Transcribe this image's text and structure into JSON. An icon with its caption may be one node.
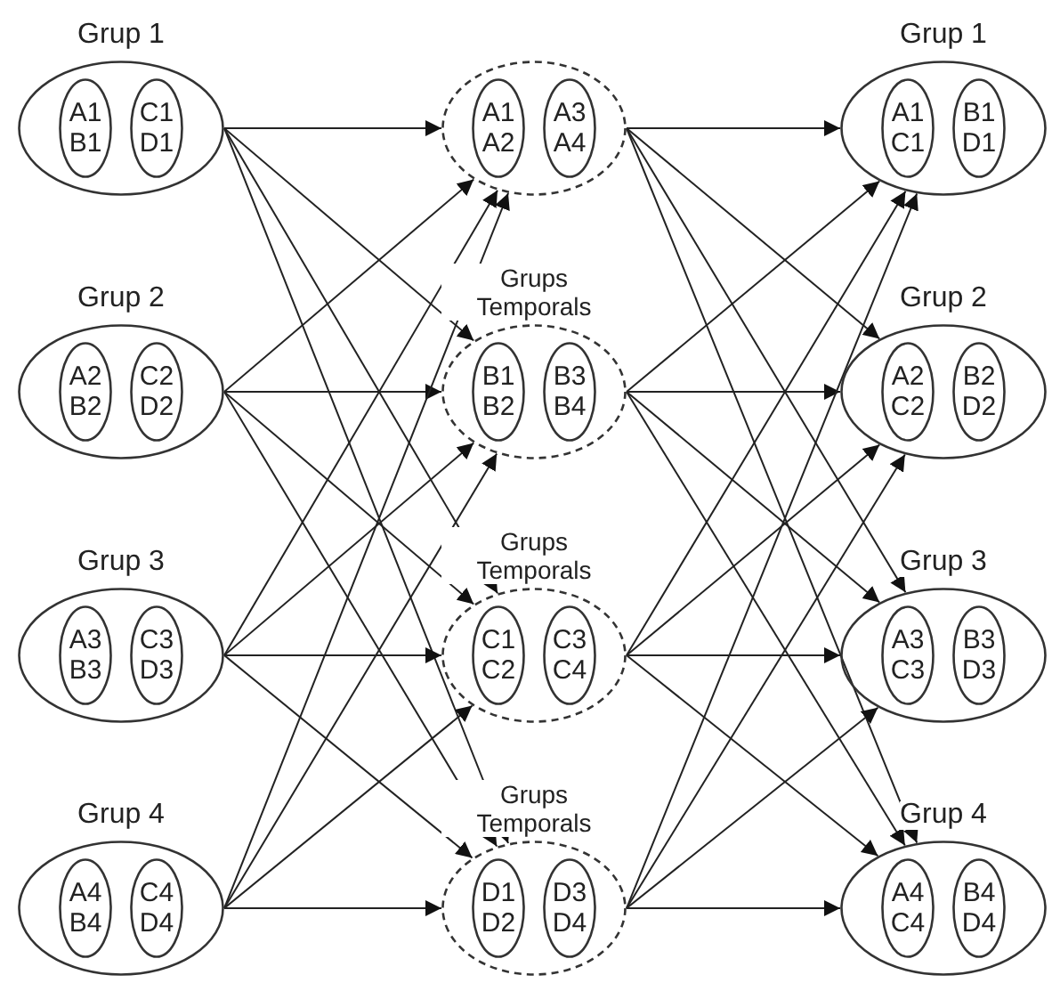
{
  "diagram": {
    "nodes": [
      {
        "text": [
          "Grup 1"
        ]
      },
      {
        "text": [
          "A1 B1"
        ],
        "in": 0
      },
      {
        "text": [
          "C1 D1"
        ],
        "in": 0
      },
      {
        "text": [
          "Grup 2"
        ]
      },
      {
        "text": [
          "A2 B2"
        ],
        "in": 3
      },
      {
        "text": [
          "C2 D2"
        ],
        "in": 3
      },
      {
        "text": [
          "Grup 3"
        ]
      },
      {
        "text": [
          "A3 B3"
        ],
        "in": 6
      },
      {
        "text": [
          "C3 D3"
        ],
        "in": 6
      },
      {
        "text": [
          "Grup 4"
        ]
      },
      {
        "text": [
          "A4 B4"
        ],
        "in": 9
      },
      {
        "text": [
          "C4 D4"
        ],
        "in": 9
      },
      {
        "text": [],
        "shape": "ellipse"
      },
      {
        "text": [
          "A1 A2"
        ],
        "in": 12
      },
      {
        "text": [
          "A3 A4"
        ],
        "in": 12
      },
      {
        "text": [
          "Grups Temporals"
        ]
      },
      {
        "text": [
          "B1 B2"
        ],
        "in": 15
      },
      {
        "text": [
          "B3 B4"
        ],
        "in": 15
      },
      {
        "text": [
          "Grups Temporals"
        ]
      },
      {
        "text": [
          "C1 C2"
        ],
        "in": 18
      },
      {
        "text": [
          "C3 C4"
        ],
        "in": 18
      },
      {
        "text": [
          "Grups Temporals"
        ]
      },
      {
        "text": [
          "D1 D2"
        ],
        "in": 21
      },
      {
        "text": [
          "D3 D4"
        ],
        "in": 21
      },
      {
        "text": [
          "Grup 1"
        ]
      },
      {
        "text": [
          "A1 C1"
        ],
        "in": 24
      },
      {
        "text": [
          "B1 D1"
        ],
        "in": 24
      },
      {
        "text": [
          "Grup 2"
        ]
      },
      {
        "text": [
          "A2 C2"
        ],
        "in": 27
      },
      {
        "text": [
          "B2 D2"
        ],
        "in": 27
      },
      {
        "text": [
          "Grup 3"
        ]
      },
      {
        "text": [
          "A3 C3"
        ],
        "in": 30
      },
      {
        "text": [
          "B3 D3"
        ],
        "in": 30
      },
      {
        "text": [
          "Grup 4"
        ]
      },
      {
        "text": [
          "A4 C4"
        ],
        "in": 33
      },
      {
        "text": [
          "B4 D4"
        ],
        "in": 33
      }
    ],
    "edges": [
      {
        "from": 0,
        "to": 12,
        "arrow": "to"
      },
      {
        "from": 0,
        "to": 15,
        "arrow": "to"
      },
      {
        "from": 0,
        "to": 18,
        "arrow": "to"
      },
      {
        "from": 0,
        "to": 21,
        "arrow": "to"
      },
      {
        "from": 3,
        "to": 12,
        "arrow": "to"
      },
      {
        "from": 3,
        "to": 15,
        "arrow": "to"
      },
      {
        "from": 3,
        "to": 18,
        "arrow": "to"
      },
      {
        "from": 3,
        "to": 21,
        "arrow": "to"
      },
      {
        "from": 6,
        "to": 12,
        "arrow": "to"
      },
      {
        "from": 6,
        "to": 15,
        "arrow": "to"
      },
      {
        "from": 6,
        "to": 18,
        "arrow": "to"
      },
      {
        "from": 6,
        "to": 21,
        "arrow": "to"
      },
      {
        "from": 9,
        "to": 12,
        "arrow": "to"
      },
      {
        "from": 9,
        "to": 15,
        "arrow": "to"
      },
      {
        "from": 9,
        "to": 18,
        "arrow": "to"
      },
      {
        "from": 9,
        "to": 21,
        "arrow": "to"
      },
      {
        "from": 12,
        "to": 24,
        "arrow": "to"
      },
      {
        "from": 12,
        "to": 27,
        "arrow": "to"
      },
      {
        "from": 12,
        "to": 30,
        "arrow": "to"
      },
      {
        "from": 12,
        "to": 33,
        "arrow": "to"
      },
      {
        "from": 15,
        "to": 24,
        "arrow": "to"
      },
      {
        "from": 15,
        "to": 27,
        "arrow": "to"
      },
      {
        "from": 15,
        "to": 30,
        "arrow": "to"
      },
      {
        "from": 15,
        "to": 33,
        "arrow": "to"
      },
      {
        "from": 18,
        "to": 24,
        "arrow": "to"
      },
      {
        "from": 18,
        "to": 27,
        "arrow": "to"
      },
      {
        "from": 18,
        "to": 30,
        "arrow": "to"
      },
      {
        "from": 18,
        "to": 33,
        "arrow": "to"
      },
      {
        "from": 21,
        "to": 24,
        "arrow": "to"
      },
      {
        "from": 21,
        "to": 27,
        "arrow": "to"
      },
      {
        "from": 21,
        "to": 30,
        "arrow": "to"
      },
      {
        "from": 21,
        "to": 33,
        "arrow": "to"
      }
    ]
  }
}
